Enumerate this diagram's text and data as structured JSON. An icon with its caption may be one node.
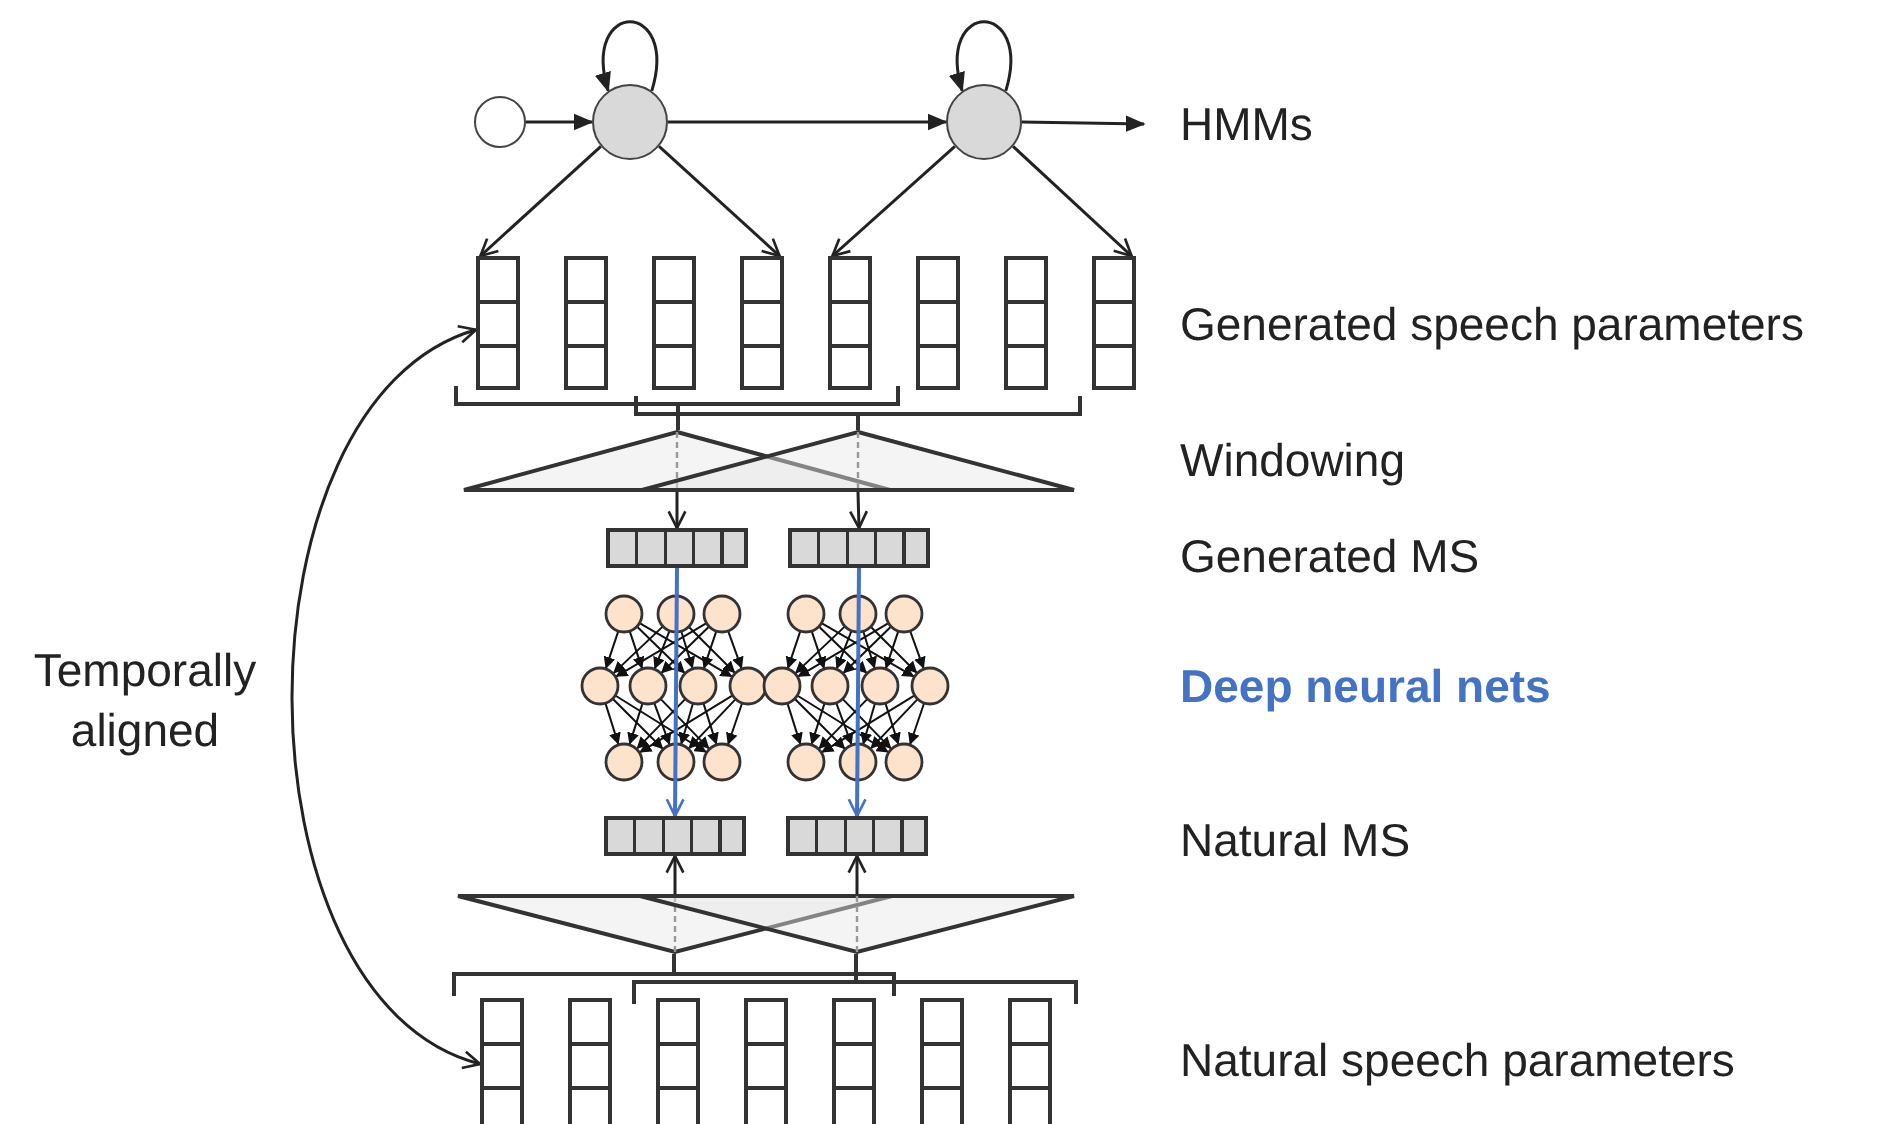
{
  "diagram": {
    "nodes": [
      {
        "text": [],
        "shape": "circle"
      },
      {
        "text": [],
        "shape": "circle"
      },
      {
        "text": [],
        "shape": "circle"
      },
      {
        "text": [
          "HMMs"
        ]
      },
      {
        "text": [],
        "shape": "box"
      },
      {
        "text": [],
        "shape": "box"
      },
      {
        "text": [],
        "shape": "box"
      },
      {
        "text": [],
        "shape": "box"
      },
      {
        "text": [],
        "shape": "box"
      },
      {
        "text": [],
        "shape": "box"
      },
      {
        "text": [],
        "shape": "box"
      },
      {
        "text": [],
        "shape": "box"
      },
      {
        "text": [],
        "shape": "triangle"
      },
      {
        "text": [],
        "shape": "triangle"
      },
      {
        "text": [],
        "shape": "box"
      },
      {
        "text": [],
        "shape": "box"
      },
      {
        "text": [],
        "shape": "box"
      },
      {
        "text": [],
        "shape": "box"
      },
      {
        "text": [],
        "shape": "triangle"
      },
      {
        "text": [],
        "shape": "triangle"
      },
      {
        "text": [],
        "shape": "box"
      },
      {
        "text": [],
        "shape": "box"
      },
      {
        "text": [],
        "shape": "box"
      },
      {
        "text": [],
        "shape": "box"
      },
      {
        "text": [],
        "shape": "box"
      },
      {
        "text": [],
        "shape": "box"
      },
      {
        "text": [],
        "shape": "box"
      }
    ],
    "edges": [
      {
        "from": 0,
        "to": 1,
        "arrow": "to"
      },
      {
        "from": 1,
        "to": 1,
        "arrow": "to"
      },
      {
        "from": 1,
        "to": 2,
        "arrow": "to"
      },
      {
        "from": 2,
        "to": 2,
        "arrow": "to"
      },
      {
        "from": 2,
        "to": 3,
        "arrow": "to"
      },
      {
        "from": 1,
        "to": 4,
        "arrow": "to"
      },
      {
        "from": 1,
        "to": 7,
        "arrow": "to"
      },
      {
        "from": 2,
        "to": 8,
        "arrow": "to"
      },
      {
        "from": 2,
        "to": 11,
        "arrow": "to"
      },
      {
        "from": 12,
        "to": 14,
        "arrow": "to"
      },
      {
        "from": 13,
        "to": 15,
        "arrow": "to"
      },
      {
        "from": 14,
        "to": 16,
        "arrow": "to",
        "color": "#4472c4"
      },
      {
        "from": 15,
        "to": 17,
        "arrow": "to",
        "color": "#4472c4"
      },
      {
        "from": 18,
        "to": 16,
        "arrow": "to"
      },
      {
        "from": 19,
        "to": 17,
        "arrow": "to"
      },
      {
        "from": 4,
        "to": 20,
        "arrow": "both",
        "label": "Temporally aligned"
      }
    ],
    "labels": [
      "Generated speech parameters",
      "Windowing",
      "Generated MS",
      "Deep neural nets",
      "Natural MS",
      "Natural speech parameters"
    ]
  }
}
